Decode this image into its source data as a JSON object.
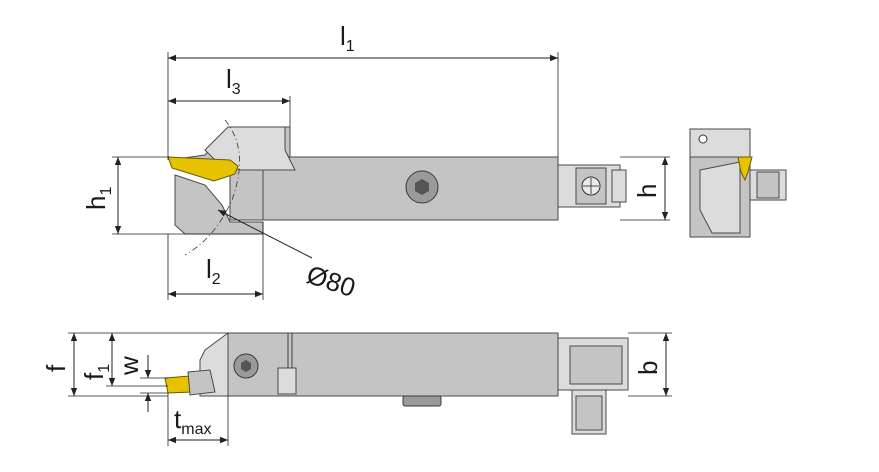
{
  "labels": {
    "l1_main": "l",
    "l1_sub": "1",
    "l3_main": "l",
    "l3_sub": "3",
    "l2_main": "l",
    "l2_sub": "2",
    "h1_main": "h",
    "h1_sub": "1",
    "h": "h",
    "diameter": "Ø80",
    "f": "f",
    "f1_main": "f",
    "f1_sub": "1",
    "w": "w",
    "b": "b",
    "tmax_main": "t",
    "tmax_sub": "max"
  },
  "colors": {
    "insert": "#e6c200",
    "body": "#c4c4c4",
    "screw": "#9a9a9a"
  },
  "icons": {
    "clamp_screw": "hex-socket-screw-icon",
    "coolant_fitting": "coolant-fitting-icon"
  }
}
